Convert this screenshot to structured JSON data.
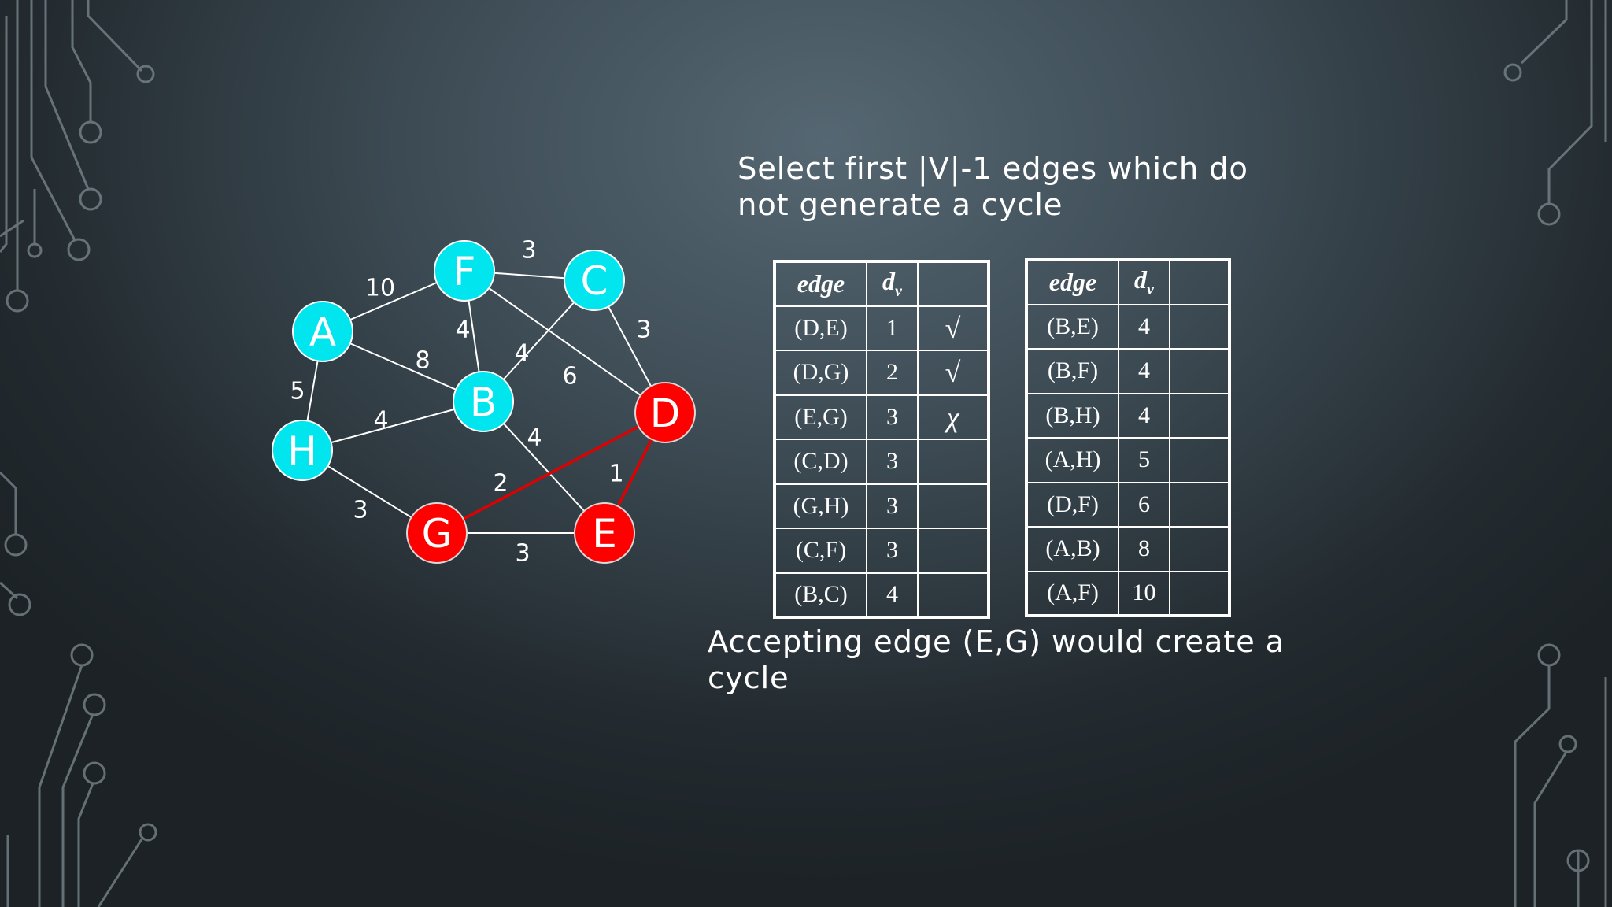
{
  "slide": {
    "intro_text": "Select first |V|-1 edges which do not generate a cycle",
    "note_text": "Accepting edge (E,G) would create a cycle"
  },
  "graph": {
    "nodes": [
      {
        "id": "A",
        "label": "A",
        "color": "#00e5ee",
        "highlighted": false
      },
      {
        "id": "F",
        "label": "F",
        "color": "#00e5ee",
        "highlighted": false
      },
      {
        "id": "C",
        "label": "C",
        "color": "#00e5ee",
        "highlighted": false
      },
      {
        "id": "B",
        "label": "B",
        "color": "#00e5ee",
        "highlighted": false
      },
      {
        "id": "H",
        "label": "H",
        "color": "#00e5ee",
        "highlighted": false
      },
      {
        "id": "D",
        "label": "D",
        "color": "#ff0000",
        "highlighted": true
      },
      {
        "id": "G",
        "label": "G",
        "color": "#ff0000",
        "highlighted": true
      },
      {
        "id": "E",
        "label": "E",
        "color": "#ff0000",
        "highlighted": true
      }
    ],
    "edges": [
      {
        "from": "A",
        "to": "F",
        "weight": "10",
        "selected": false
      },
      {
        "from": "F",
        "to": "C",
        "weight": "3",
        "selected": false
      },
      {
        "from": "C",
        "to": "D",
        "weight": "3",
        "selected": false
      },
      {
        "from": "F",
        "to": "B",
        "weight": "4",
        "selected": false
      },
      {
        "from": "C",
        "to": "B",
        "weight": "4",
        "selected": false
      },
      {
        "from": "F",
        "to": "D",
        "weight": "6",
        "selected": false
      },
      {
        "from": "A",
        "to": "B",
        "weight": "8",
        "selected": false
      },
      {
        "from": "A",
        "to": "H",
        "weight": "5",
        "selected": false
      },
      {
        "from": "H",
        "to": "B",
        "weight": "4",
        "selected": false
      },
      {
        "from": "B",
        "to": "E",
        "weight": "4",
        "selected": false
      },
      {
        "from": "H",
        "to": "G",
        "weight": "3",
        "selected": false
      },
      {
        "from": "G",
        "to": "D",
        "weight": "2",
        "selected": true
      },
      {
        "from": "D",
        "to": "E",
        "weight": "1",
        "selected": true
      },
      {
        "from": "G",
        "to": "E",
        "weight": "3",
        "selected": false
      }
    ],
    "colors": {
      "normal_node": "#00e5ee",
      "selected_node": "#ff0000",
      "selected_edge": "#e00000",
      "normal_edge": "#ffffff"
    }
  },
  "tables": [
    {
      "headers": {
        "edge": "edge",
        "dv_main": "d",
        "dv_sub": "v",
        "status": ""
      },
      "rows": [
        {
          "edge": "(D,E)",
          "dv": "1",
          "mark": "√"
        },
        {
          "edge": "(D,G)",
          "dv": "2",
          "mark": "√"
        },
        {
          "edge": "(E,G)",
          "dv": "3",
          "mark": "χ"
        },
        {
          "edge": "(C,D)",
          "dv": "3",
          "mark": ""
        },
        {
          "edge": "(G,H)",
          "dv": "3",
          "mark": ""
        },
        {
          "edge": "(C,F)",
          "dv": "3",
          "mark": ""
        },
        {
          "edge": "(B,C)",
          "dv": "4",
          "mark": ""
        }
      ]
    },
    {
      "headers": {
        "edge": "edge",
        "dv_main": "d",
        "dv_sub": "v",
        "status": ""
      },
      "rows": [
        {
          "edge": "(B,E)",
          "dv": "4",
          "mark": ""
        },
        {
          "edge": "(B,F)",
          "dv": "4",
          "mark": ""
        },
        {
          "edge": "(B,H)",
          "dv": "4",
          "mark": ""
        },
        {
          "edge": "(A,H)",
          "dv": "5",
          "mark": ""
        },
        {
          "edge": "(D,F)",
          "dv": "6",
          "mark": ""
        },
        {
          "edge": "(A,B)",
          "dv": "8",
          "mark": ""
        },
        {
          "edge": "(A,F)",
          "dv": "10",
          "mark": ""
        }
      ]
    }
  ]
}
